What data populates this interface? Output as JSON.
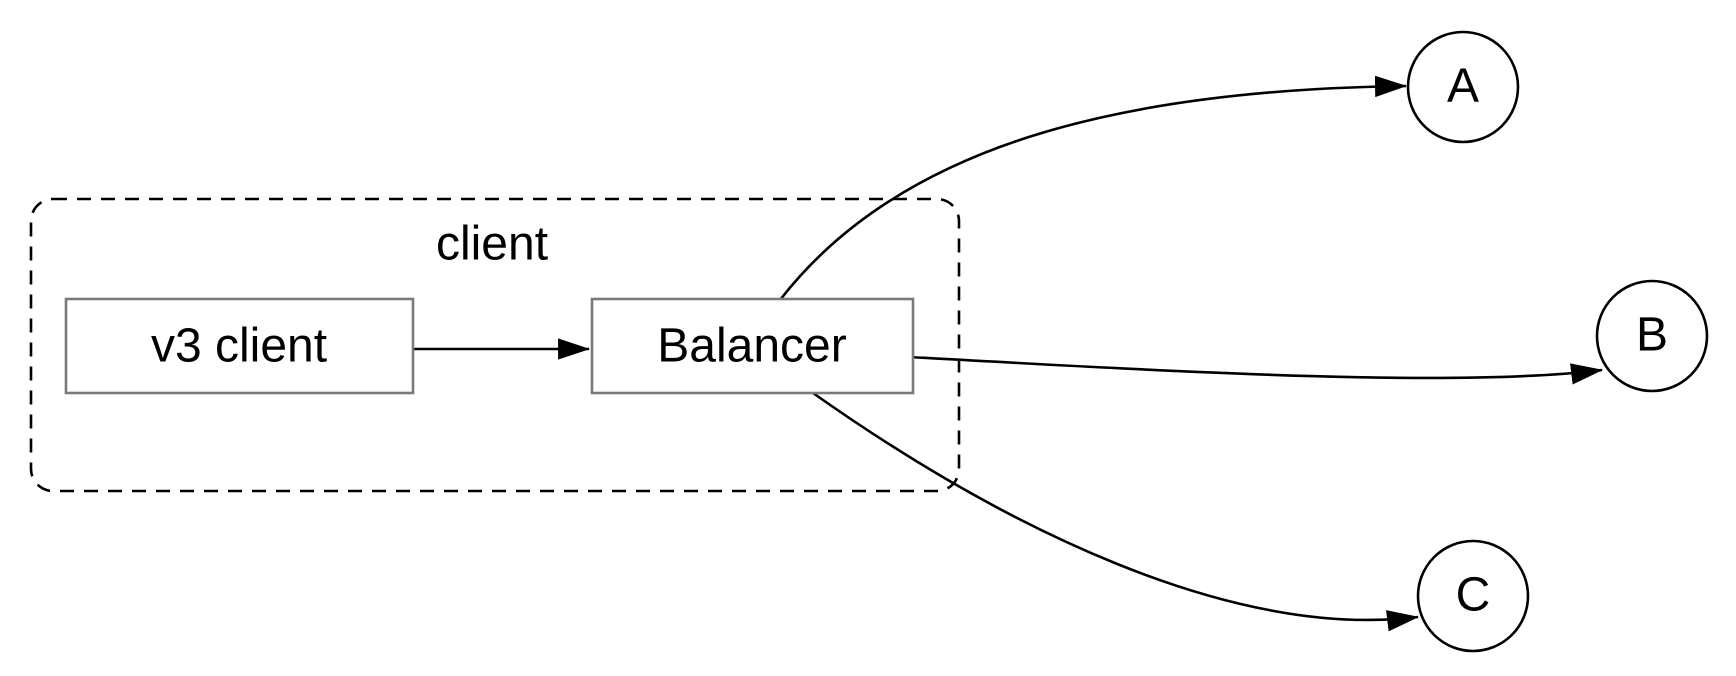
{
  "diagram": {
    "group": {
      "label": "client"
    },
    "boxes": {
      "v3_client": {
        "label": "v3 client"
      },
      "balancer": {
        "label": "Balancer"
      }
    },
    "nodes": {
      "a": {
        "label": "A"
      },
      "b": {
        "label": "B"
      },
      "c": {
        "label": "C"
      }
    },
    "edges": [
      {
        "from": "v3 client",
        "to": "Balancer"
      },
      {
        "from": "Balancer",
        "to": "A"
      },
      {
        "from": "Balancer",
        "to": "B"
      },
      {
        "from": "Balancer",
        "to": "C"
      }
    ]
  }
}
